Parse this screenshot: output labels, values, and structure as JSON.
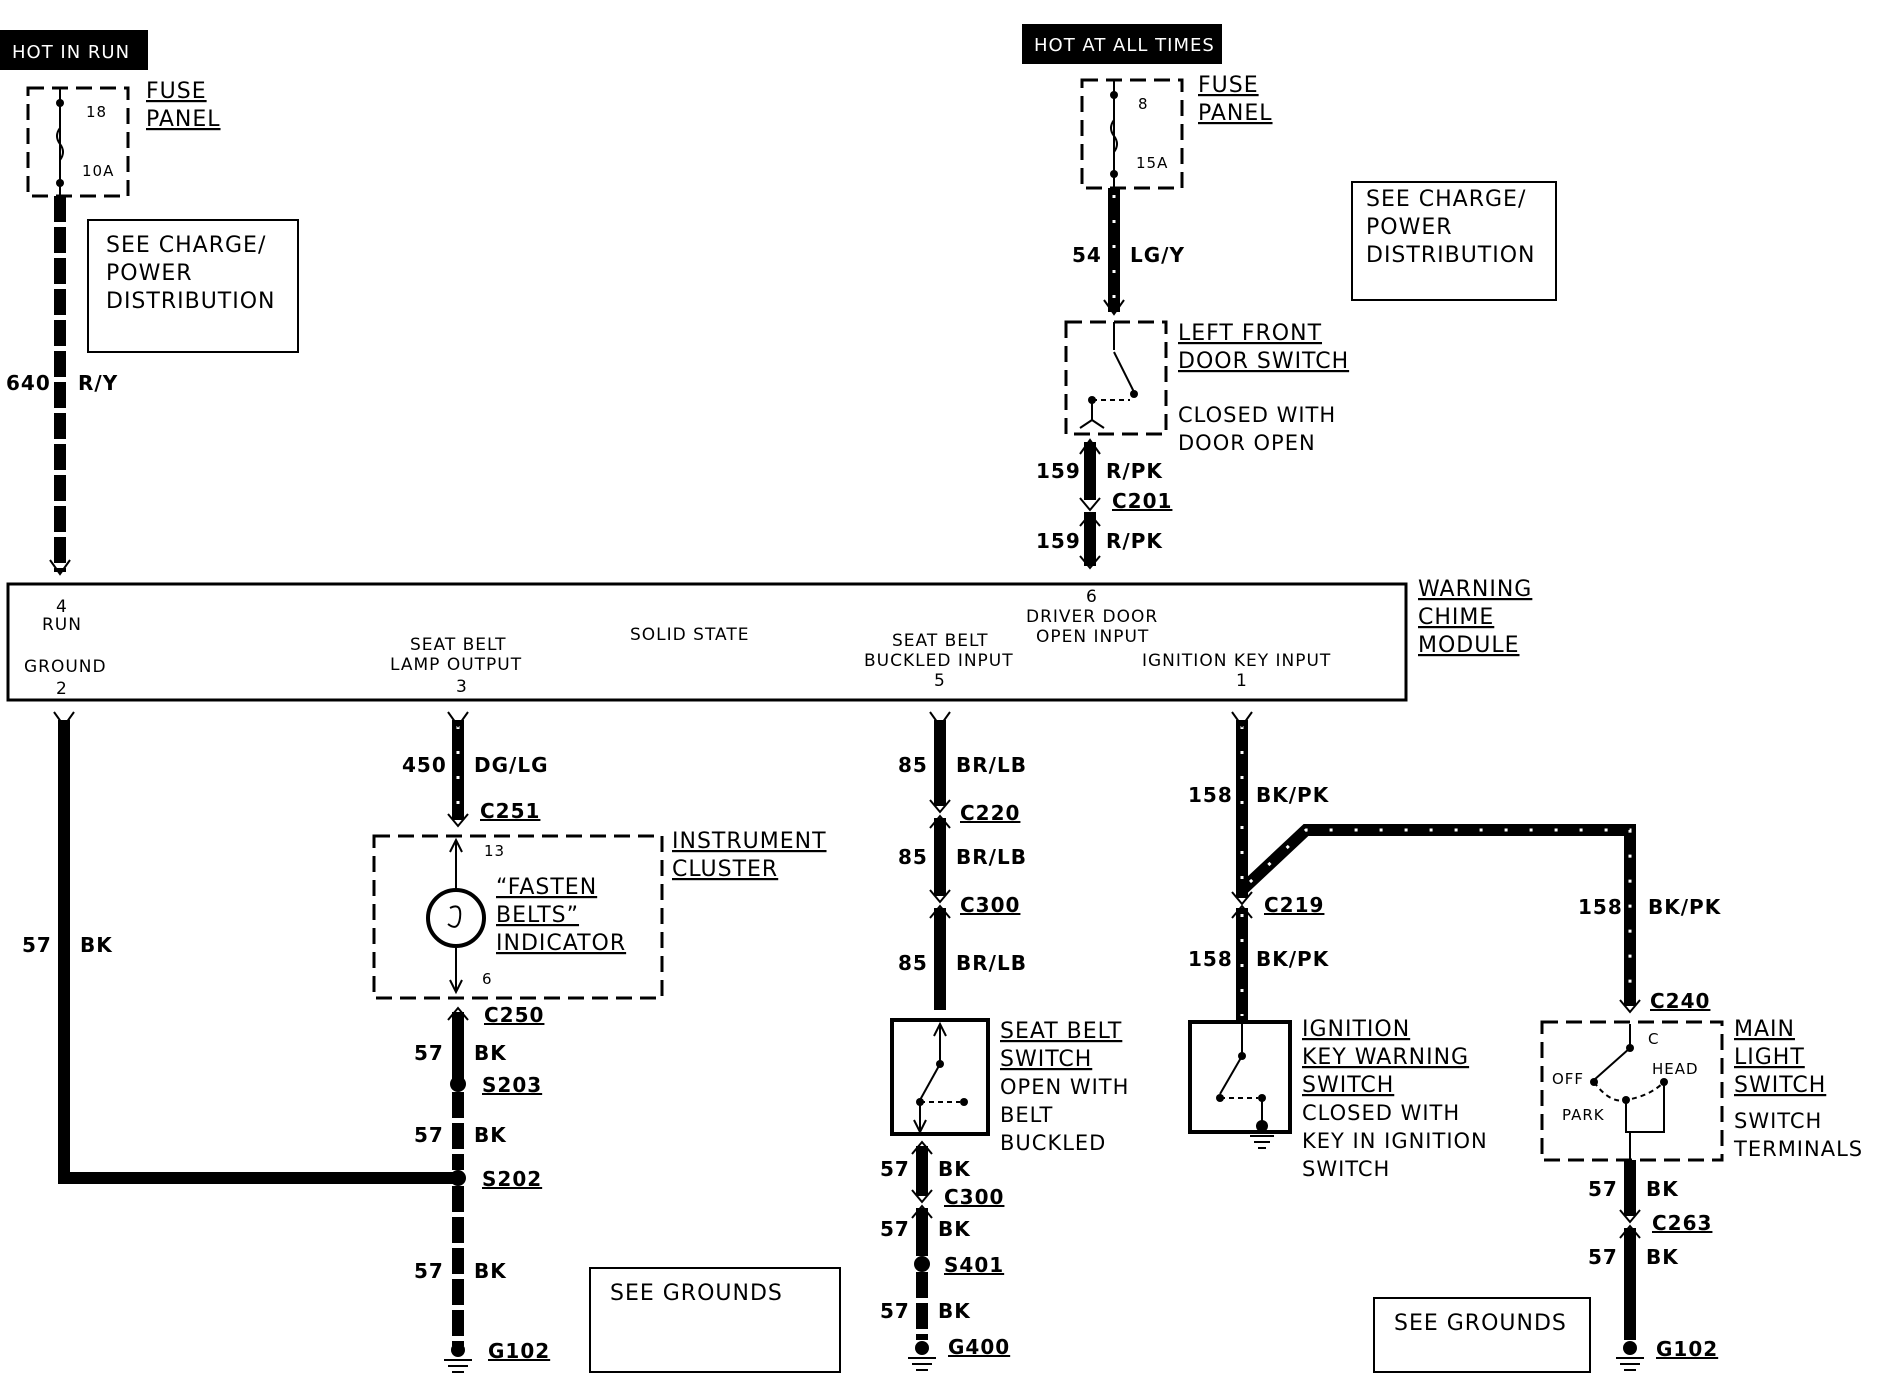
{
  "tags": {
    "hot_in_run": "HOT IN RUN",
    "hot_at_all_times": "HOT AT ALL TIMES"
  },
  "fuse_left": {
    "title1": "FUSE",
    "title2": "PANEL",
    "number": "18",
    "rating": "10A"
  },
  "fuse_right": {
    "title1": "FUSE",
    "title2": "PANEL",
    "number": "8",
    "rating": "15A"
  },
  "notes": {
    "charge_power_1": [
      "SEE CHARGE/",
      "POWER",
      "DISTRIBUTION"
    ],
    "charge_power_2": [
      "SEE CHARGE/",
      "POWER",
      "DISTRIBUTION"
    ],
    "grounds_1": "SEE GROUNDS",
    "grounds_2": "SEE GROUNDS"
  },
  "wires": {
    "w640": {
      "num": "640",
      "color": "R/Y"
    },
    "w54": {
      "num": "54",
      "color": "LG/Y"
    },
    "w159a": {
      "num": "159",
      "color": "R/PK"
    },
    "w159b": {
      "num": "159",
      "color": "R/PK"
    },
    "w450": {
      "num": "450",
      "color": "DG/LG"
    },
    "w57_left": {
      "num": "57",
      "color": "BK"
    },
    "w57_c1": {
      "num": "57",
      "color": "BK"
    },
    "w57_c2": {
      "num": "57",
      "color": "BK"
    },
    "w57_c3": {
      "num": "57",
      "color": "BK"
    },
    "w85a": {
      "num": "85",
      "color": "BR/LB"
    },
    "w85b": {
      "num": "85",
      "color": "BR/LB"
    },
    "w85c": {
      "num": "85",
      "color": "BR/LB"
    },
    "w57_s1": {
      "num": "57",
      "color": "BK"
    },
    "w57_s2": {
      "num": "57",
      "color": "BK"
    },
    "w57_s3": {
      "num": "57",
      "color": "BK"
    },
    "w158a": {
      "num": "158",
      "color": "BK/PK"
    },
    "w158b": {
      "num": "158",
      "color": "BK/PK"
    },
    "w158c": {
      "num": "158",
      "color": "BK/PK"
    },
    "w57_m1": {
      "num": "57",
      "color": "BK"
    },
    "w57_m2": {
      "num": "57",
      "color": "BK"
    }
  },
  "connectors": {
    "c201": "C201",
    "c251": "C251",
    "c250": "C250",
    "s203": "S203",
    "s202": "S202",
    "g102a": "G102",
    "c220": "C220",
    "c300a": "C300",
    "c300b": "C300",
    "s401": "S401",
    "g400": "G400",
    "c219": "C219",
    "c240": "C240",
    "c263": "C263",
    "g102b": "G102"
  },
  "door_switch": {
    "title1": "LEFT FRONT",
    "title2": "DOOR SWITCH",
    "desc1": "CLOSED WITH",
    "desc2": "DOOR OPEN"
  },
  "module": {
    "title": [
      "WARNING",
      "CHIME",
      "MODULE"
    ],
    "pin_run_num": "4",
    "pin_run": "RUN",
    "pin_gnd": "GROUND",
    "pin_gnd_num": "2",
    "pin_lamp1": "SEAT BELT",
    "pin_lamp2": "LAMP OUTPUT",
    "pin_lamp_num": "3",
    "solid_state": "SOLID STATE",
    "pin_buckle1": "SEAT BELT",
    "pin_buckle2": "BUCKLED INPUT",
    "pin_buckle_num": "5",
    "pin_door_num": "6",
    "pin_door1": "DRIVER DOOR",
    "pin_door2": "OPEN INPUT",
    "pin_key": "IGNITION KEY INPUT",
    "pin_key_num": "1"
  },
  "cluster": {
    "title1": "INSTRUMENT",
    "title2": "CLUSTER",
    "ind1": "“FASTEN",
    "ind2": "BELTS”",
    "ind3": "INDICATOR",
    "pin_top": "13",
    "pin_bot": "6"
  },
  "seatbelt_switch": {
    "title1": "SEAT BELT",
    "title2": "SWITCH",
    "desc1": "OPEN WITH",
    "desc2": "BELT",
    "desc3": "BUCKLED"
  },
  "ignition_switch": {
    "title1": "IGNITION",
    "title2": "KEY WARNING",
    "title3": "SWITCH",
    "desc1": "CLOSED WITH",
    "desc2": "KEY IN IGNITION",
    "desc3": "SWITCH"
  },
  "main_light": {
    "title1": "MAIN",
    "title2": "LIGHT",
    "title3": "SWITCH",
    "desc1": "SWITCH",
    "desc2": "TERMINALS",
    "c": "C",
    "off": "OFF",
    "head": "HEAD",
    "park": "PARK"
  }
}
